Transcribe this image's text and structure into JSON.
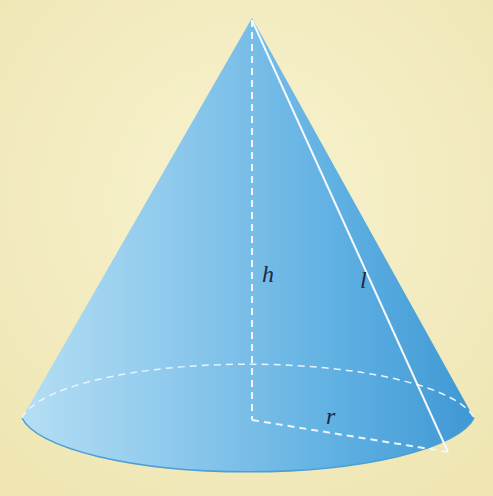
{
  "diagram": {
    "labels": [
      "h",
      "l",
      "r"
    ]
  }
}
